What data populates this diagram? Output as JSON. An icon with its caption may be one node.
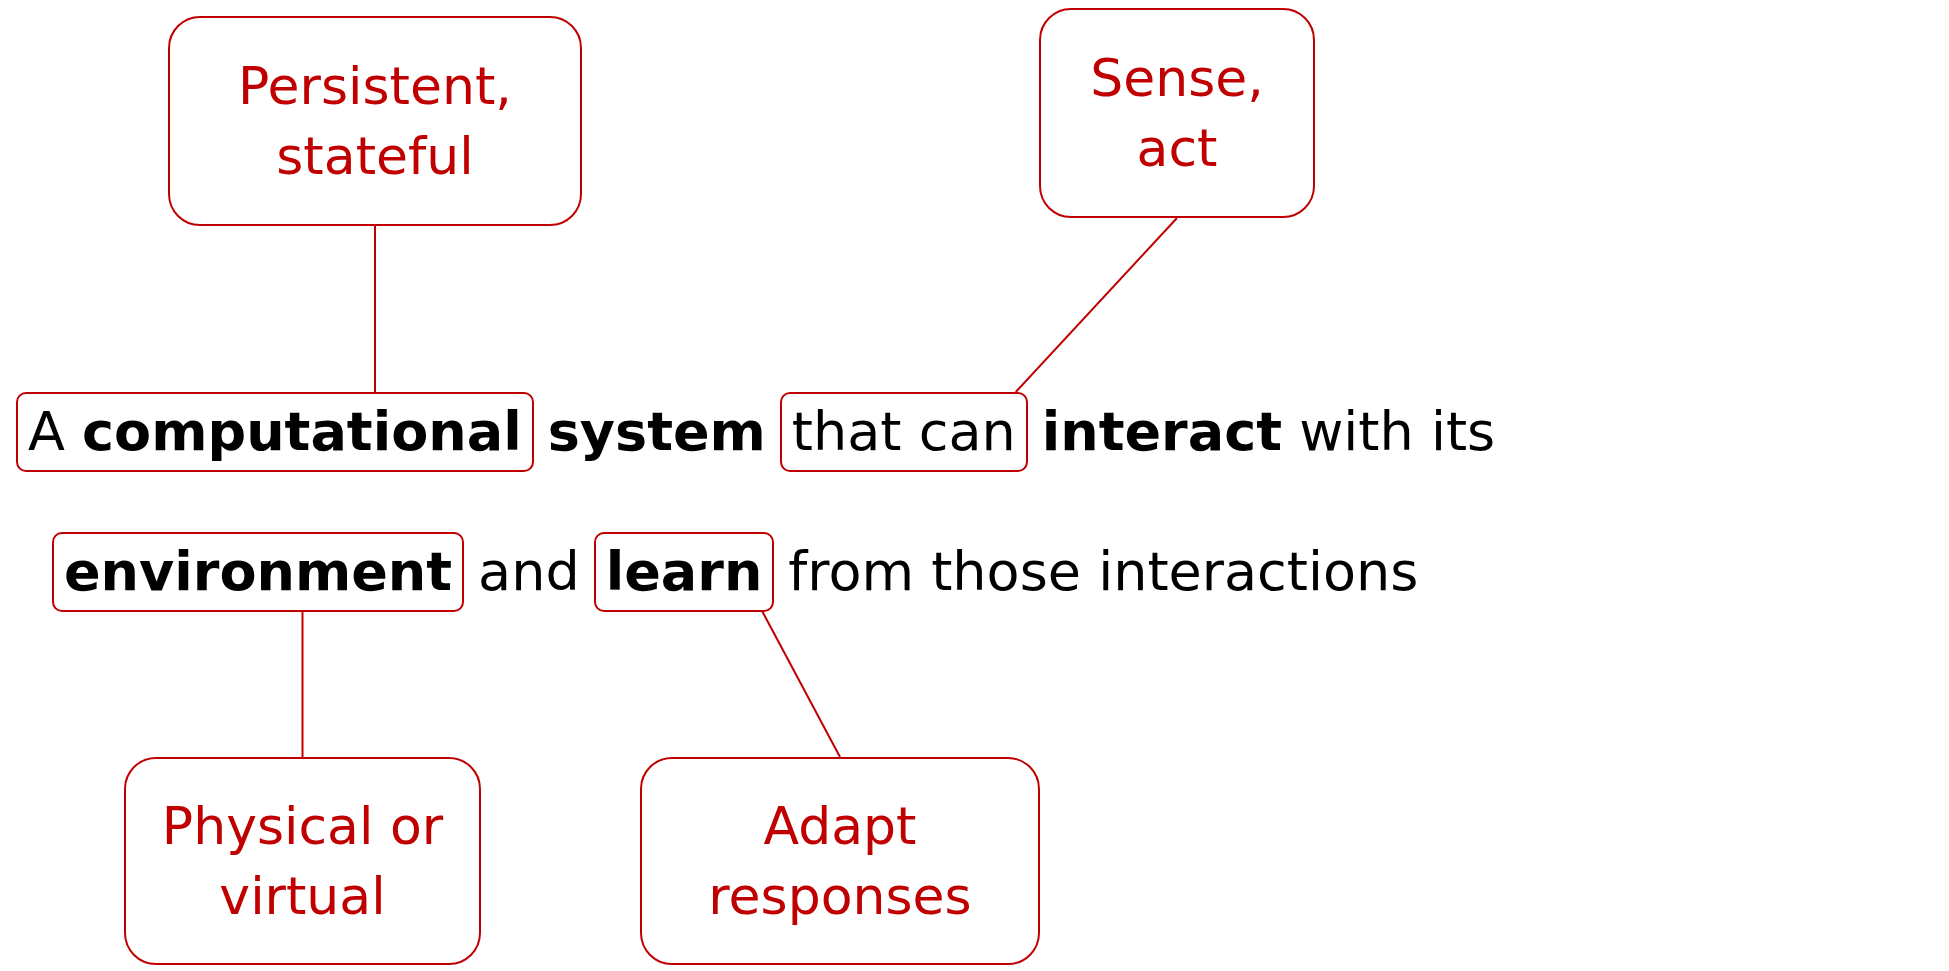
{
  "diagram": {
    "nodes": [
      {
        "text": [
          "Persistent, stateful"
        ]
      },
      {
        "text": [
          "Sense, act"
        ]
      },
      {
        "text": [
          "A **computational**"
        ]
      },
      {
        "text": [
          "that can"
        ]
      },
      {
        "text": [
          "environment"
        ]
      },
      {
        "text": [
          "learn"
        ]
      },
      {
        "text": [
          "Physical or virtual"
        ]
      },
      {
        "text": [
          "Adapt responses"
        ]
      }
    ],
    "edges": [
      {
        "from": 0,
        "to": 2,
        "arrow": "none"
      },
      {
        "from": 1,
        "to": 3,
        "arrow": "none"
      },
      {
        "from": 6,
        "to": 4,
        "arrow": "none"
      },
      {
        "from": 7,
        "to": 5,
        "arrow": "none"
      }
    ],
    "labels": [
      "system",
      "**interact** with its",
      "and",
      "from those interactions"
    ]
  }
}
